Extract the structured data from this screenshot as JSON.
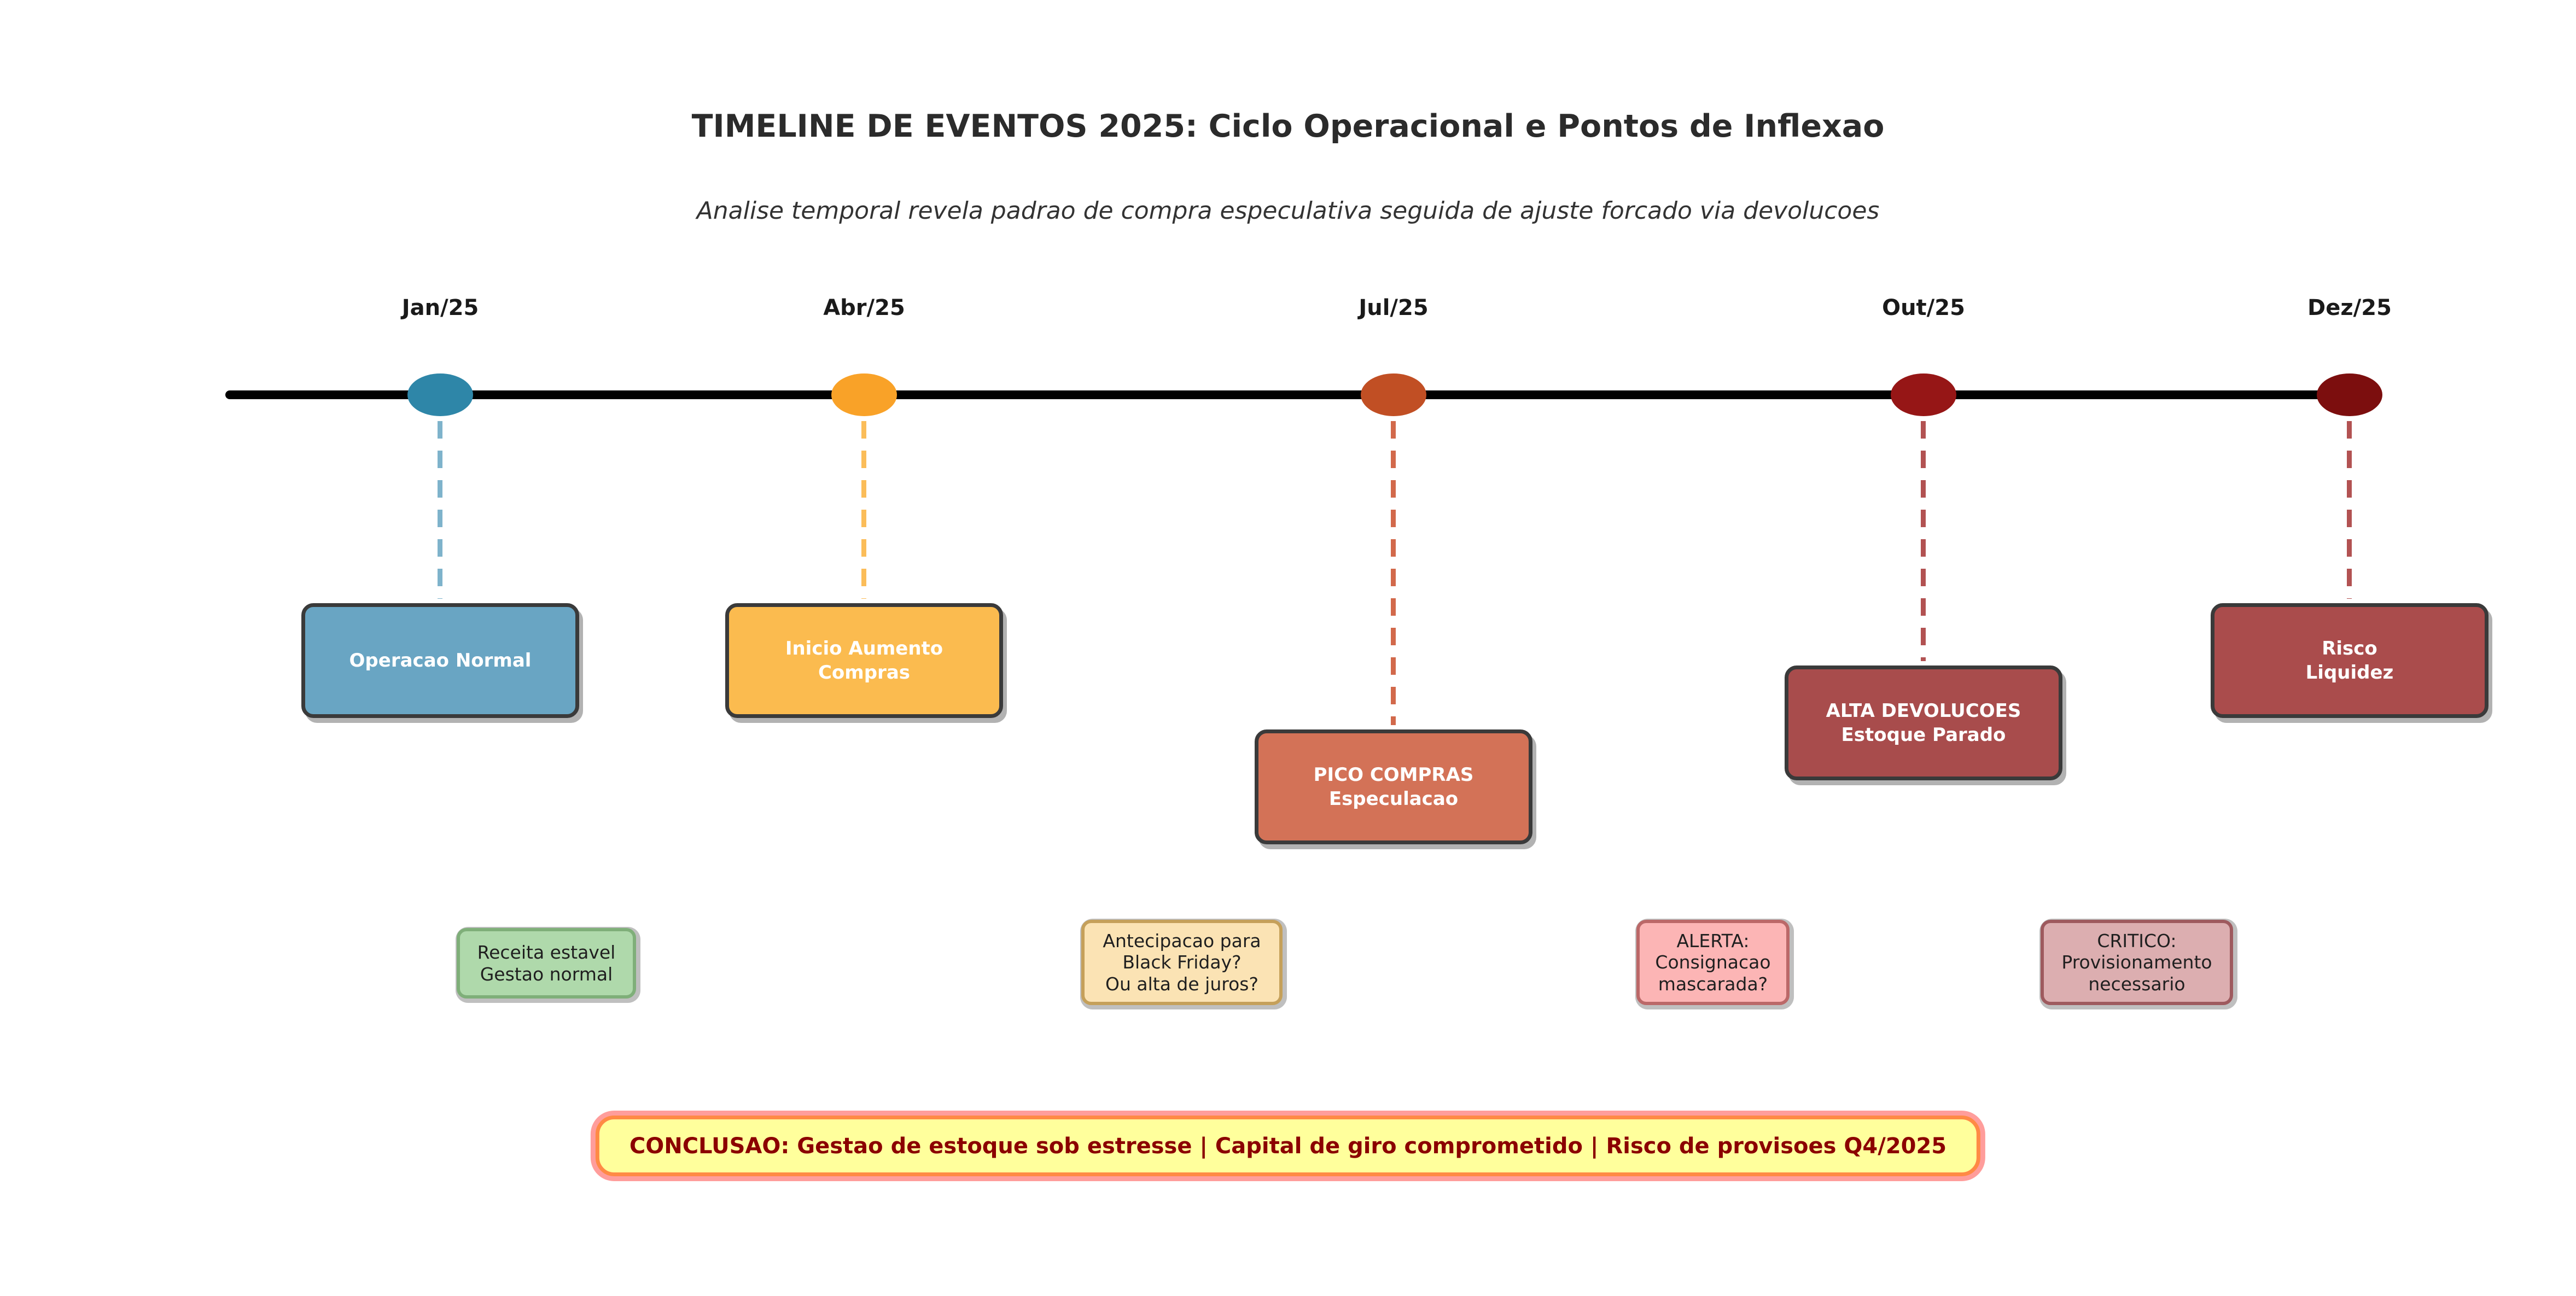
{
  "title": "TIMELINE DE EVENTOS 2025: Ciclo Operacional e Pontos de Inflexao",
  "subtitle": "Analise temporal revela padrao de compra especulativa seguida de ajuste forcado via devolucoes",
  "colors": {
    "timeline_line": "#000000",
    "banner_bg": "#ffff9c",
    "banner_border": "#ff8a45",
    "banner_glow": "#ff9d9b",
    "banner_text": "#8b0000",
    "box_border": "#3a3a3a",
    "note_ring": "#bfbfbf"
  },
  "events": [
    {
      "date": "Jan/25",
      "label": "Operacao Normal",
      "marker_color": "#2e86a8",
      "connector_color": "#7eb3cb",
      "box_color": "#69a5c3"
    },
    {
      "date": "Abr/25",
      "label": "Inicio Aumento\nCompras",
      "marker_color": "#f9a228",
      "connector_color": "#fbbd59",
      "box_color": "#fbbb4f"
    },
    {
      "date": "Jul/25",
      "label": "PICO COMPRAS\nEspeculacao",
      "marker_color": "#c14f24",
      "connector_color": "#d2694b",
      "box_color": "#d37257"
    },
    {
      "date": "Out/25",
      "label": "ALTA DEVOLUCOES\nEstoque Parado",
      "marker_color": "#961616",
      "connector_color": "#b25252",
      "box_color": "#a84c4c"
    },
    {
      "date": "Dez/25",
      "label": "Risco\nLiquidez",
      "marker_color": "#7c0e0e",
      "connector_color": "#b25252",
      "box_color": "#aa4c4c"
    }
  ],
  "notes": [
    {
      "text": "Receita estavel\nGestao normal",
      "bg": "#afd9ab",
      "border": "#7faf79"
    },
    {
      "text": "Antecipacao para\nBlack Friday?\nOu alta de juros?",
      "bg": "#fbe3b4",
      "border": "#c5a05a"
    },
    {
      "text": "ALERTA:\nConsignacao\nmascarada?",
      "bg": "#fcb5b5",
      "border": "#bb6868"
    },
    {
      "text": "CRITICO:\nProvisionamento\nnecessario",
      "bg": "#dcaeb0",
      "border": "#9e5a5e"
    }
  ],
  "conclusion": {
    "text": "CONCLUSAO: Gestao de estoque sob estresse | Capital de giro comprometido | Risco de provisoes Q4/2025"
  }
}
